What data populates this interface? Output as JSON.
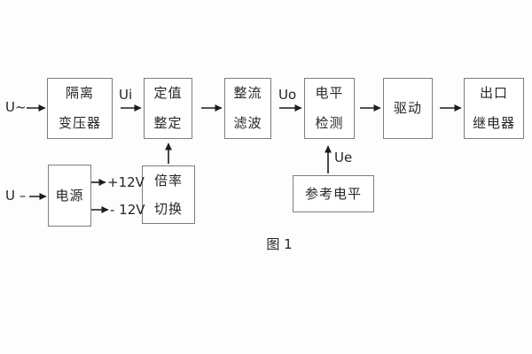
{
  "diagram": {
    "caption": "图 1",
    "blocks": {
      "isolation_transformer": {
        "line1": "隔离",
        "line2": "变压器"
      },
      "setting_adjust": {
        "line1": "定值",
        "line2": "整定"
      },
      "rectifier_filter": {
        "line1": "整流",
        "line2": "滤波"
      },
      "level_detect": {
        "line1": "电平",
        "line2": "检测"
      },
      "drive": {
        "line1": "驱动"
      },
      "output_relay": {
        "line1": "出口",
        "line2": "继电器"
      },
      "power_supply": {
        "line1": "电源"
      },
      "rate_switch": {
        "line1": "倍率",
        "line2": "切换"
      },
      "reference_level": {
        "line1": "参考电平"
      }
    },
    "signals": {
      "input_ac": "U~",
      "input_dc": "U –",
      "ui": "Ui",
      "uo": "Uo",
      "ue": "Ue",
      "plus_12v": "+12V",
      "minus_12v": "- 12V"
    },
    "flow": [
      "U~ → 隔离变压器 → Ui → 定值整定 → 整流滤波 → Uo → 电平检测 → 驱动 → 出口继电器",
      "U－ → 电源 → +12V / -12V",
      "倍率切换 → 定值整定",
      "参考电平 → Ue → 电平检测"
    ]
  },
  "colors": {
    "background": "#fdfdfd",
    "box-border": "#7d7d7d",
    "text": "#262626",
    "arrow": "#1c1c1c"
  }
}
